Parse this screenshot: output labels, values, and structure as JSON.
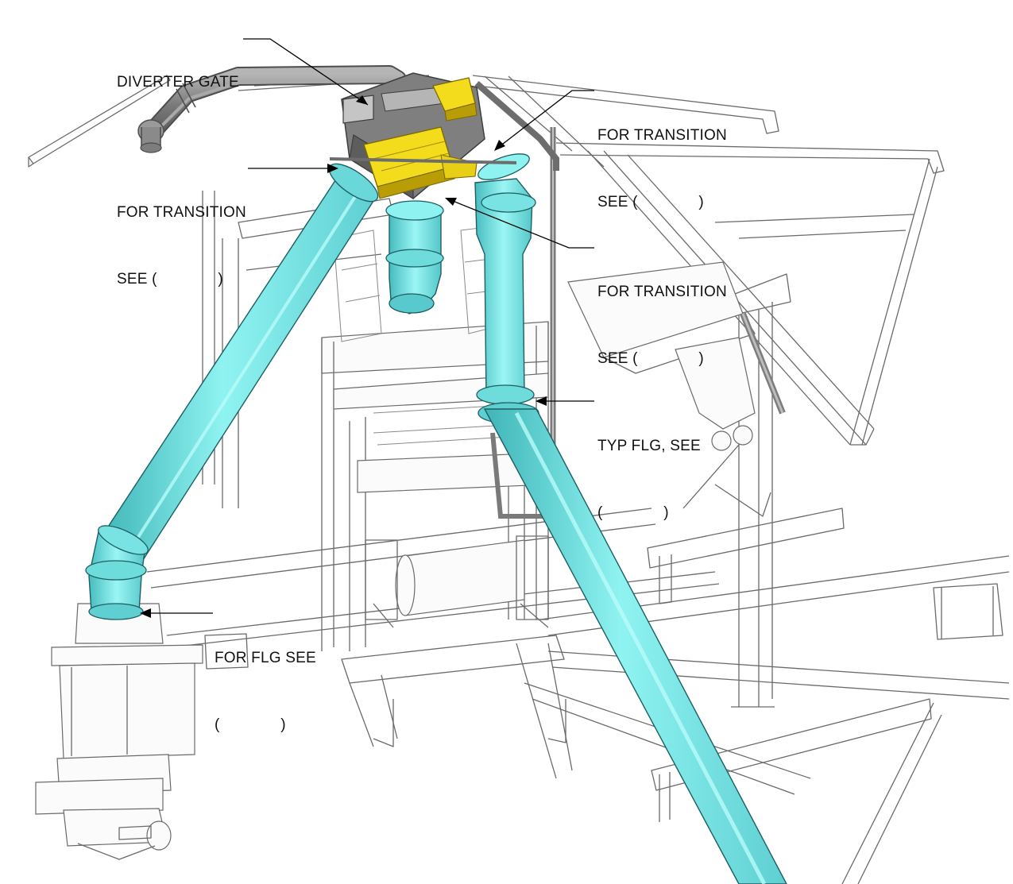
{
  "callouts": {
    "diverter_gate": {
      "line1": "DIVERTER GATE"
    },
    "transition_top_right": {
      "line1": "FOR TRANSITION",
      "line2": "SEE (              )"
    },
    "transition_left": {
      "line1": "FOR TRANSITION",
      "line2": "SEE (              )"
    },
    "transition_mid_right": {
      "line1": "FOR TRANSITION",
      "line2": "SEE (              )"
    },
    "typ_flange": {
      "line1": "TYP FLG, SEE",
      "line2": "(              )"
    },
    "flange_bottom": {
      "line1": "FOR FLG SEE",
      "line2": "(              )"
    }
  },
  "colors": {
    "pipe_fill": "#86f0ee",
    "pipe_shade": "#3fb5b8",
    "pipe_edge": "#1d5f63",
    "gate_yellow": "#f2dc1c",
    "gate_yellow_dark": "#b89d06",
    "gate_body": "#8e8e8e",
    "gate_body_dark": "#555555",
    "steel_line": "#6a6a6a",
    "background": "#ffffff"
  }
}
